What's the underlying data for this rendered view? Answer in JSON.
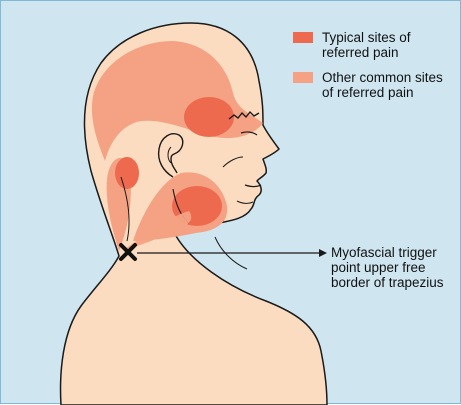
{
  "legend": [
    {
      "label": "Typical sites of\nreferred pain",
      "color": "#ee6a4e"
    },
    {
      "label": "Other common sites\nof referred pain",
      "color": "#f4a283"
    }
  ],
  "annotation": {
    "label": "Myofascial trigger\npoint upper free\nborder of trapezius",
    "marker": "cross-marker"
  },
  "colors": {
    "background": "#cfe6f1",
    "border": "#7fb9d6",
    "skin": "#fbdcc0",
    "outline": "#1a1a1a"
  }
}
